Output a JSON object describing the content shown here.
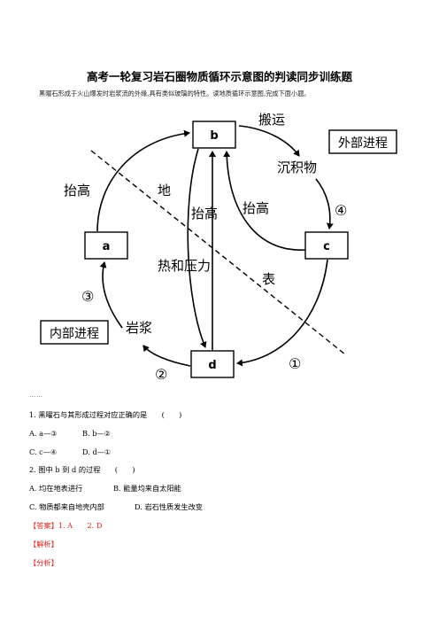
{
  "doc": {
    "title": "高考一轮复习岩石圈物质循环示意图的判读同步训练题",
    "intro": "黑曜石形成于火山爆发时岩浆流的外缘,具有类似玻璃的特性。读地质循环示意图,完成下面小题。"
  },
  "diagram": {
    "boxes": {
      "a": "a",
      "b": "b",
      "c": "c",
      "d": "d"
    },
    "labels": {
      "banyun": "搬运",
      "chenjiwu": "沉积物",
      "waibu": "外部进程",
      "neibu": "内部进程",
      "taigao_left": "抬高",
      "taigao_center": "抬高",
      "taigao_right": "抬高",
      "di": "地",
      "biao": "表",
      "rehe": "热和压力",
      "yanjiang": "岩浆",
      "n1": "①",
      "n2": "②",
      "n3": "③",
      "n4": "④"
    }
  },
  "dots": "……",
  "questions": [
    {
      "stem": "1. 黑曜石与其形成过程对应正确的是　　(　　)",
      "options": [
        "A. a—③",
        "B. b—②",
        "C. c—④",
        "D. d—①"
      ]
    },
    {
      "stem": "2. 图中 b 到 d 的过程　　(　　)",
      "options": [
        "A. 均在地表进行",
        "B. 能量均来自太阳能",
        "C. 物质都来自地壳内部",
        "D. 岩石性质发生改变"
      ]
    }
  ],
  "answer": {
    "label": "【答案】",
    "text": "1. A　　2. D"
  },
  "jiexi": "【解析】",
  "fenxi": "【分析】"
}
